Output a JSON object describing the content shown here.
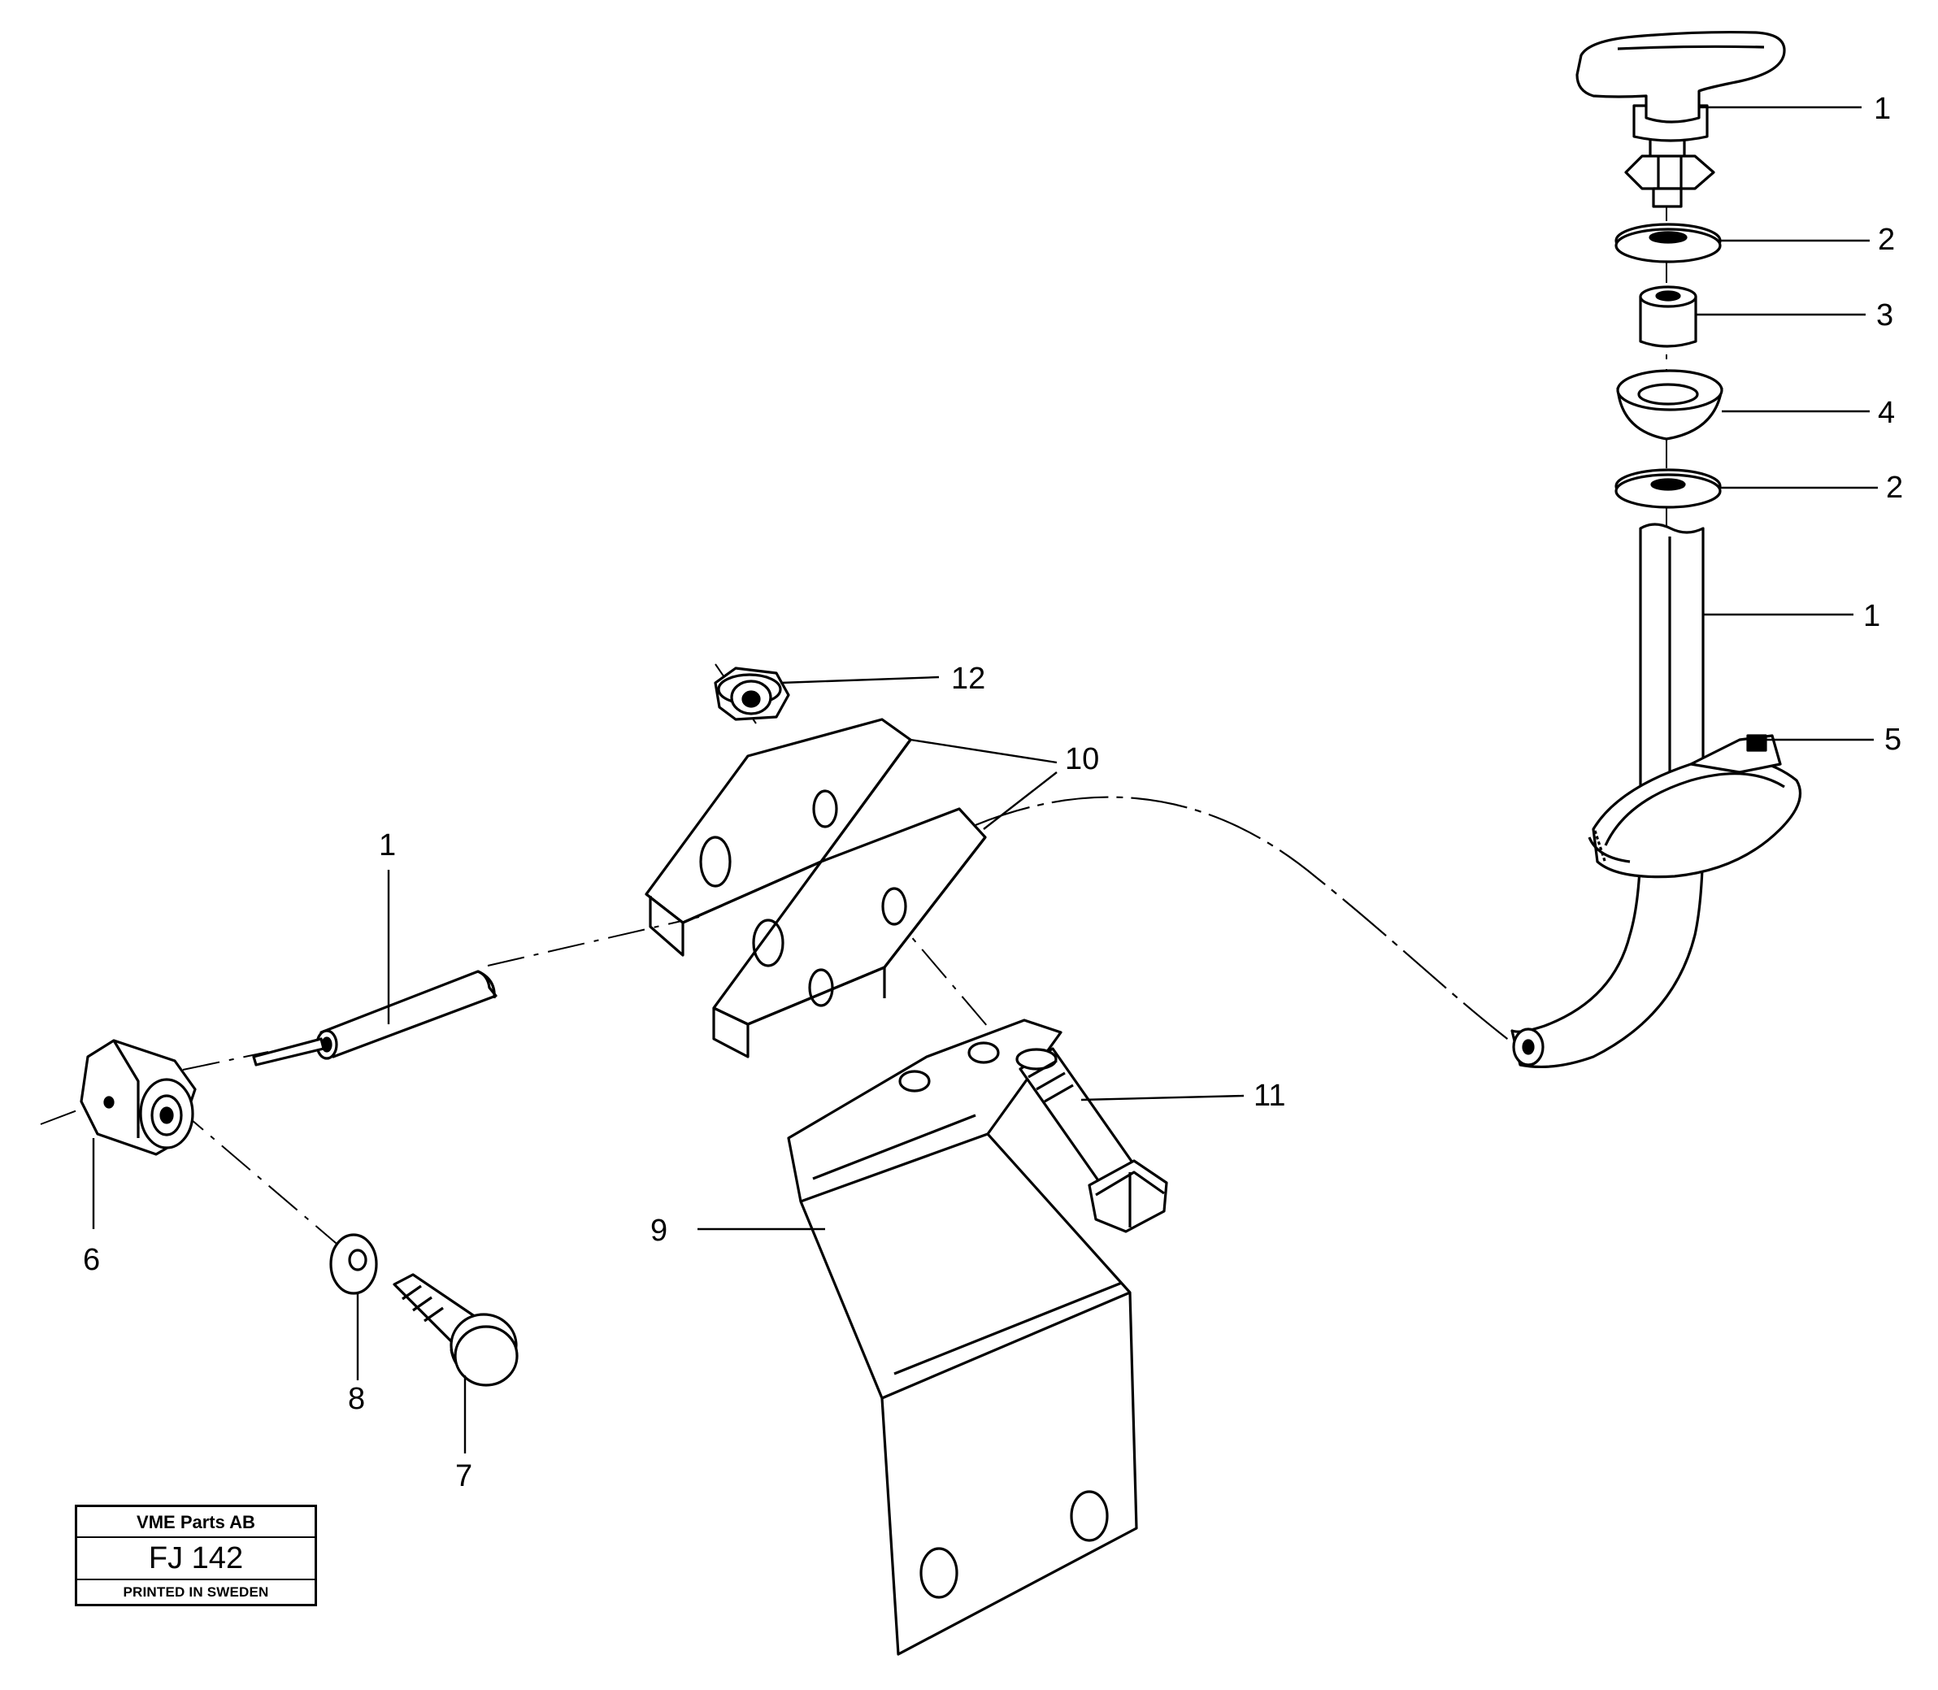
{
  "diagram": {
    "callouts": {
      "c1_knob": "1",
      "c2_upper": "2",
      "c3": "3",
      "c4": "4",
      "c2_lower": "2",
      "c1_rod": "1",
      "c5": "5",
      "c12": "12",
      "c10": "10",
      "c1_left": "1",
      "c11": "11",
      "c9": "9",
      "c6": "6",
      "c8": "8",
      "c7": "7"
    }
  },
  "stamp": {
    "publisher": "VME Parts AB",
    "code": "FJ 142",
    "printed": "PRINTED IN SWEDEN"
  }
}
